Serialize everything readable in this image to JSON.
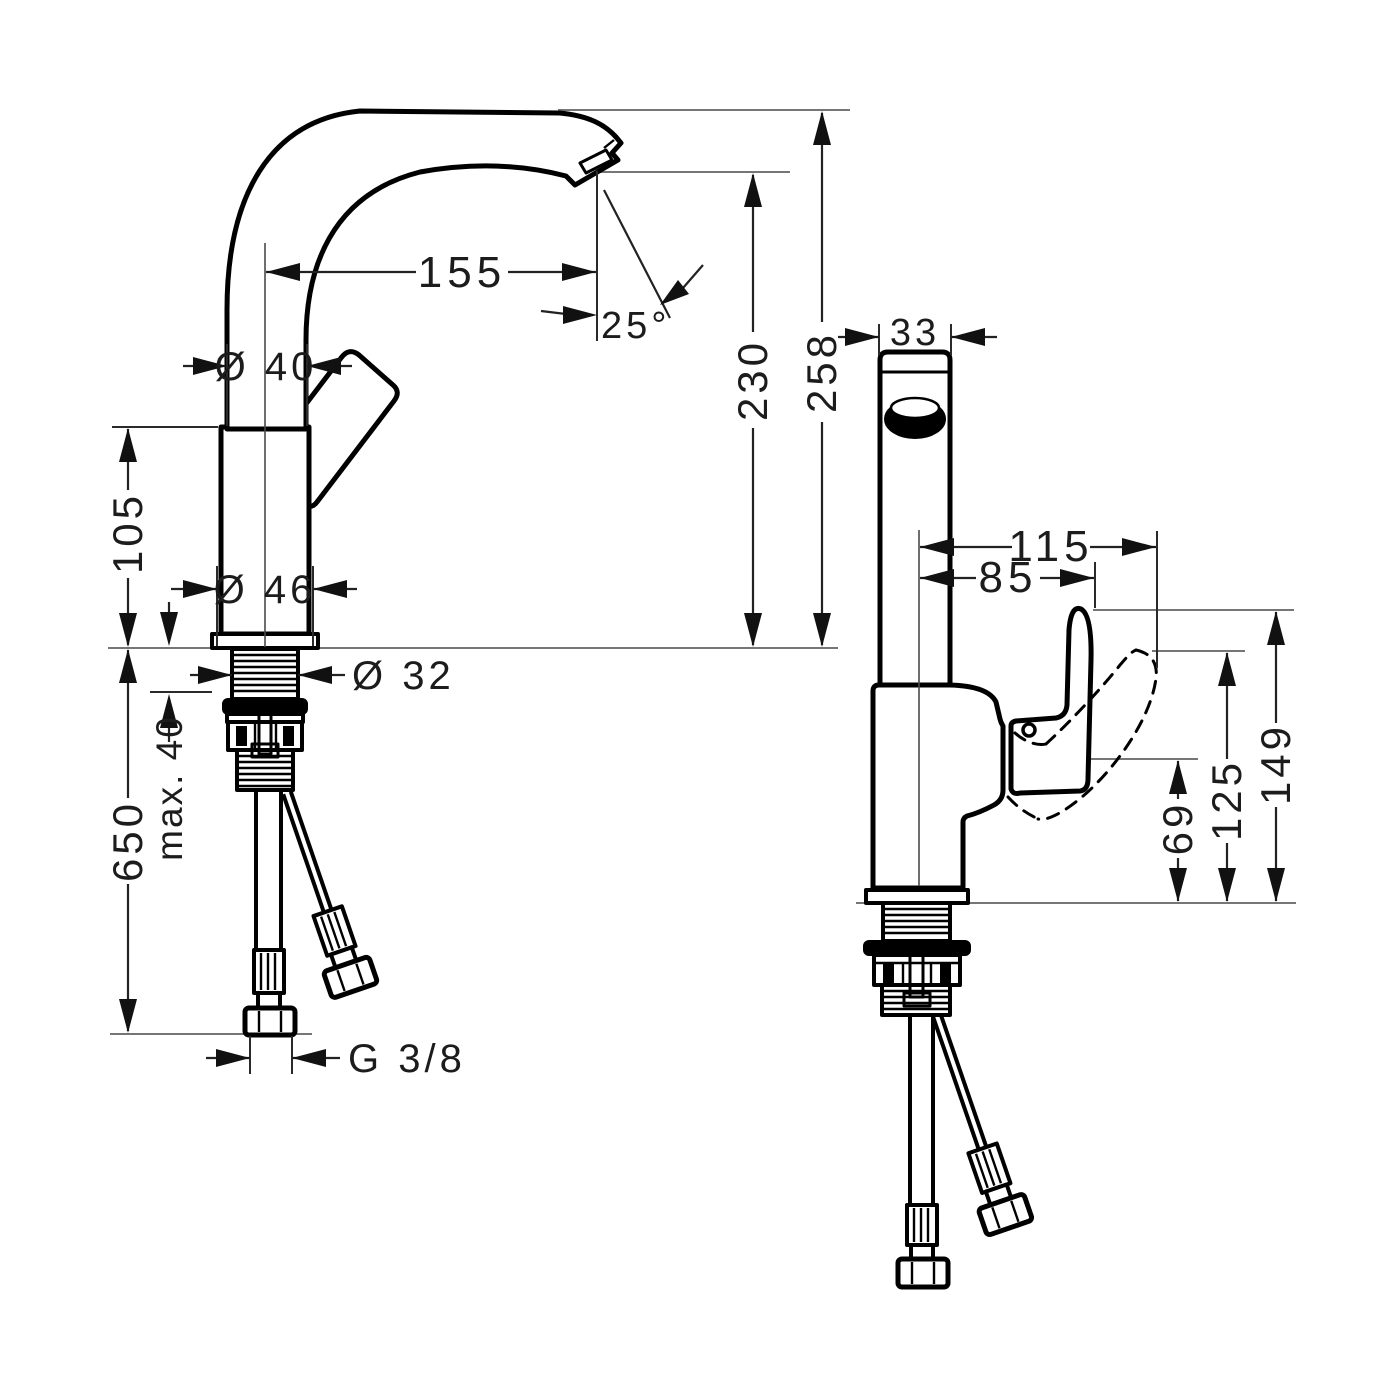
{
  "drawing": {
    "type": "technical-dimension-drawing",
    "subject": "single-lever basin mixer faucet, front and side views with installation dimensions (mm)",
    "colors": {
      "line": "#000000",
      "dimension": "#222222",
      "reference": "#767676",
      "background": "#ffffff"
    },
    "front_view": {
      "spout_reach": "155",
      "spout_angle": "25°",
      "outlet_height": "230",
      "total_height": "258",
      "spout_pipe_diameter": "Ø 40",
      "body_diameter": "Ø 46",
      "body_height": "105",
      "shank_diameter": "Ø 32",
      "max_mounting_thickness": "max. 40",
      "hose_length": "650",
      "connection_thread": "G 3/8"
    },
    "side_view": {
      "spout_width": "33",
      "handle_reach_total": "115",
      "handle_offset": "85",
      "handle_tip_height": "149",
      "handle_raised_height": "125",
      "handle_underside_height": "69"
    }
  }
}
